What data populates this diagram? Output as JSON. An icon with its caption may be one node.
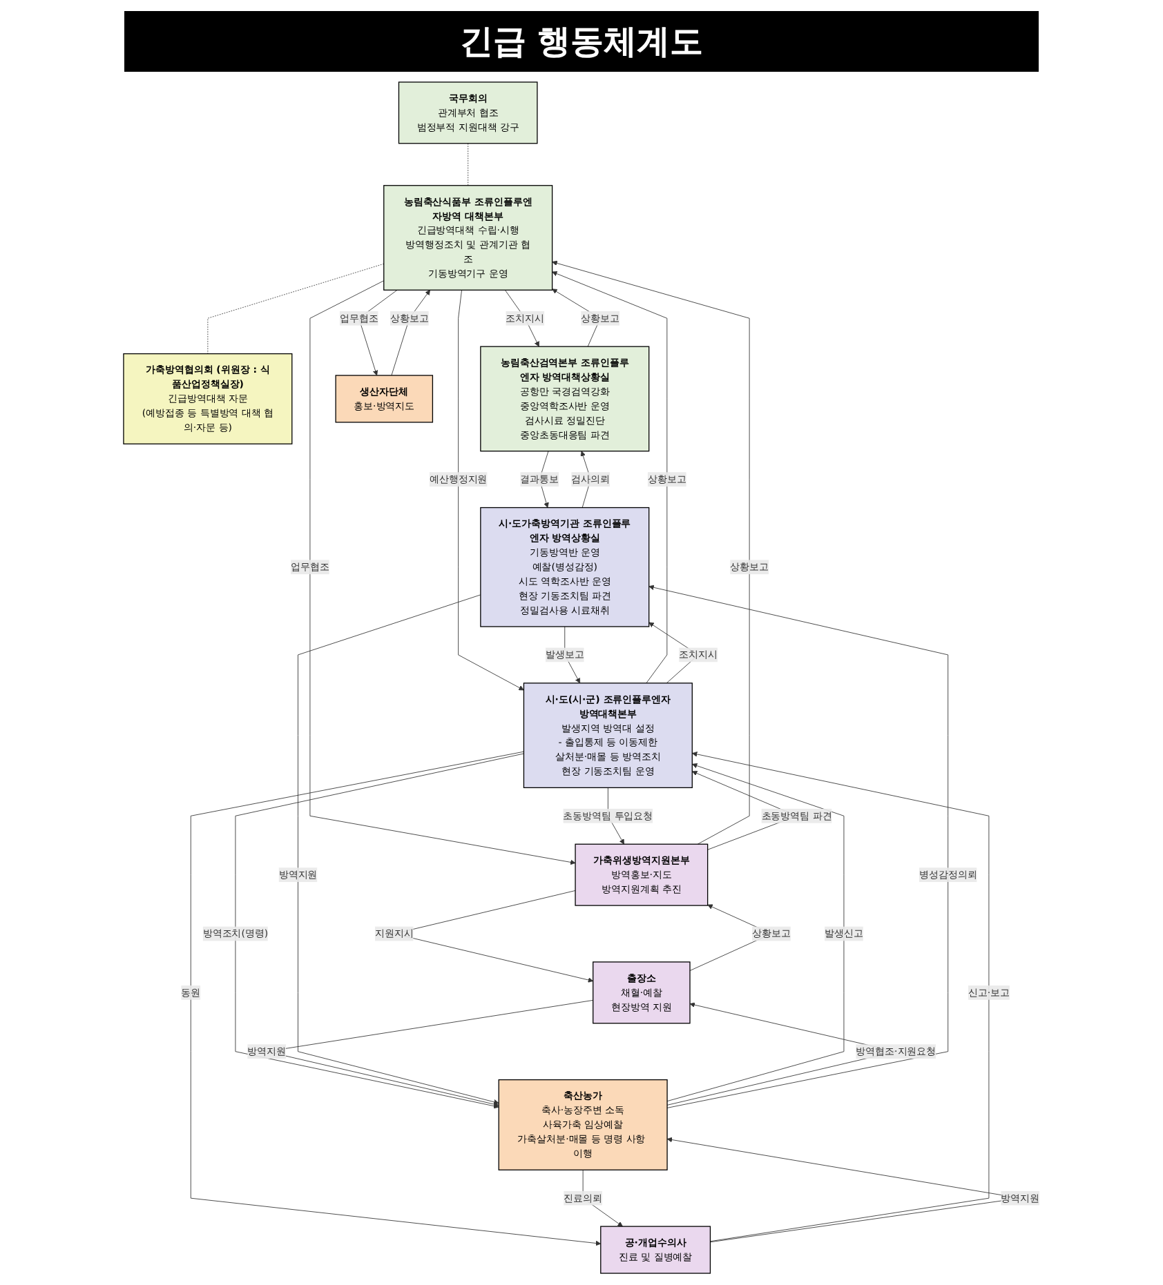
{
  "diagram": {
    "title": "긴급 행동체계도",
    "nodes": [
      {
        "text": [
          "국무회의",
          "관계부처 협조",
          "범정부적 지원대책 강구"
        ]
      },
      {
        "text": [
          "농림축산식품부 조류인플루엔자방역 대책본부",
          "긴급방역대책 수립·시행",
          "방역행정조치 및 관계기관 협조",
          "기동방역기구 운영"
        ]
      },
      {
        "text": [
          "가축방역협의회 (위원장 : 식품산업정책실장)",
          "긴급방역대책 자문",
          "(예방접종 등 특별방역 대책 협의·자문 등)"
        ]
      },
      {
        "text": [
          "농림축산검역본부 조류인플루엔자 방역대책상황실",
          "공항만 국경검역강화",
          "중앙역학조사반 운영",
          "검사시료 정밀진단",
          "중앙초동대응팀 파견"
        ]
      },
      {
        "text": [
          "생산자단체",
          "홍보·방역지도"
        ]
      },
      {
        "text": [
          "가축위생방역지원본부",
          "방역홍보·지도",
          "방역지원계획 추진"
        ]
      },
      {
        "text": [
          "시·도(시·군) 조류인플루엔자방역대책본부",
          "발생지역 방역대 설정",
          "- 출입통제 등 이동제한",
          "살처분·매몰 등 방역조치",
          "현장 기동조치팀 운영"
        ]
      },
      {
        "text": [
          "시·도가축방역기관 조류인플루엔자 방역상황실",
          "기동방역반 운영",
          "예찰(병성감정)",
          "시도 역학조사반 운영",
          "현장 기동조치팀 파견",
          "정밀검사용 시료채취"
        ]
      },
      {
        "text": [
          "출장소",
          "채혈·예찰",
          "현장방역 지원"
        ]
      },
      {
        "text": [
          "공·개업수의사",
          "진료 및 질병예찰"
        ]
      },
      {
        "text": [
          "축산농가",
          "축사·농장주변 소독",
          "사육가축 임상예찰",
          "가축살처분·매몰 등 명령 사항 이행"
        ]
      }
    ],
    "edges": [
      {
        "from": 0,
        "to": 1,
        "arrow": "none",
        "style": "dashed"
      },
      {
        "from": 1,
        "to": 2,
        "arrow": "none",
        "style": "dashed"
      },
      {
        "from": 3,
        "to": 1,
        "arrow": "to",
        "label": "상황보고"
      },
      {
        "from": 1,
        "to": 3,
        "arrow": "to",
        "label": "조치지시"
      },
      {
        "from": 7,
        "to": 3,
        "arrow": "to",
        "label": "검사의뢰"
      },
      {
        "from": 3,
        "to": 7,
        "arrow": "to",
        "label": "결과통보"
      },
      {
        "from": 6,
        "to": 1,
        "arrow": "to",
        "label": "상황보고"
      },
      {
        "from": 1,
        "to": 6,
        "arrow": "to",
        "label": "예산행정지원"
      },
      {
        "from": 1,
        "to": 4,
        "arrow": "to",
        "label": "업무협조"
      },
      {
        "from": 4,
        "to": 1,
        "arrow": "to",
        "label": "상황보고"
      },
      {
        "from": 1,
        "to": 5,
        "arrow": "to",
        "label": "업무협조"
      },
      {
        "from": 5,
        "to": 1,
        "arrow": "to",
        "label": "상황보고"
      },
      {
        "from": 6,
        "to": 5,
        "arrow": "to",
        "label": "초동방역팀 투입요청"
      },
      {
        "from": 5,
        "to": 6,
        "arrow": "to",
        "label": "초동방역팀 파견"
      },
      {
        "from": 5,
        "to": 8,
        "arrow": "to",
        "label": "지원지시"
      },
      {
        "from": 8,
        "to": 5,
        "arrow": "to",
        "label": "상황보고"
      },
      {
        "from": 7,
        "to": 6,
        "arrow": "to",
        "label": "발생보고"
      },
      {
        "from": 6,
        "to": 7,
        "arrow": "to",
        "label": "조치지시"
      },
      {
        "from": 10,
        "to": 6,
        "arrow": "to",
        "label": "발생신고"
      },
      {
        "from": 6,
        "to": 10,
        "arrow": "to",
        "label": "방역조치(명령)"
      },
      {
        "from": 6,
        "to": 9,
        "arrow": "to",
        "label": "동원"
      },
      {
        "from": 9,
        "to": 6,
        "arrow": "to",
        "label": "신고·보고"
      },
      {
        "from": 9,
        "to": 10,
        "arrow": "to",
        "label": "방역지원"
      },
      {
        "from": 10,
        "to": 9,
        "arrow": "to",
        "label": "진료의뢰"
      },
      {
        "from": 10,
        "to": 8,
        "arrow": "to",
        "label": "방역협조·지원요청"
      },
      {
        "from": 8,
        "to": 10,
        "arrow": "to",
        "label": "방역지원"
      },
      {
        "from": 7,
        "to": 10,
        "arrow": "to",
        "label": "방역지원"
      },
      {
        "from": 10,
        "to": 7,
        "arrow": "to",
        "label": "병성감정의뢰"
      }
    ]
  }
}
